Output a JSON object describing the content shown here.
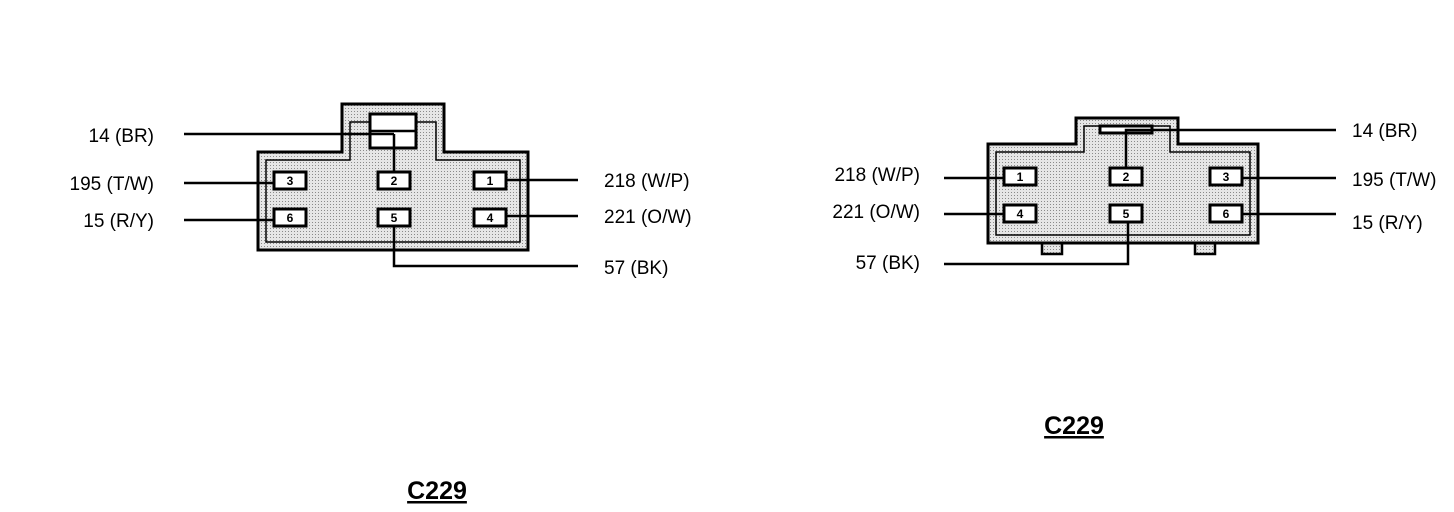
{
  "connectors": [
    {
      "title": "C229",
      "wires": {
        "w14": "14 (BR)",
        "w195": "195 (T/W)",
        "w15": "15 (R/Y)",
        "w218": "218 (W/P)",
        "w221": "221 (O/W)",
        "w57": "57 (BK)"
      },
      "pins": {
        "p1": "1",
        "p2": "2",
        "p3": "3",
        "p4": "4",
        "p5": "5",
        "p6": "6"
      }
    },
    {
      "title": "C229",
      "wires": {
        "w14": "14 (BR)",
        "w218": "218 (W/P)",
        "w221": "221 (O/W)",
        "w57": "57 (BK)",
        "w195": "195 (T/W)",
        "w15": "15 (R/Y)"
      },
      "pins": {
        "p1": "1",
        "p2": "2",
        "p3": "3",
        "p4": "4",
        "p5": "5",
        "p6": "6"
      }
    }
  ]
}
